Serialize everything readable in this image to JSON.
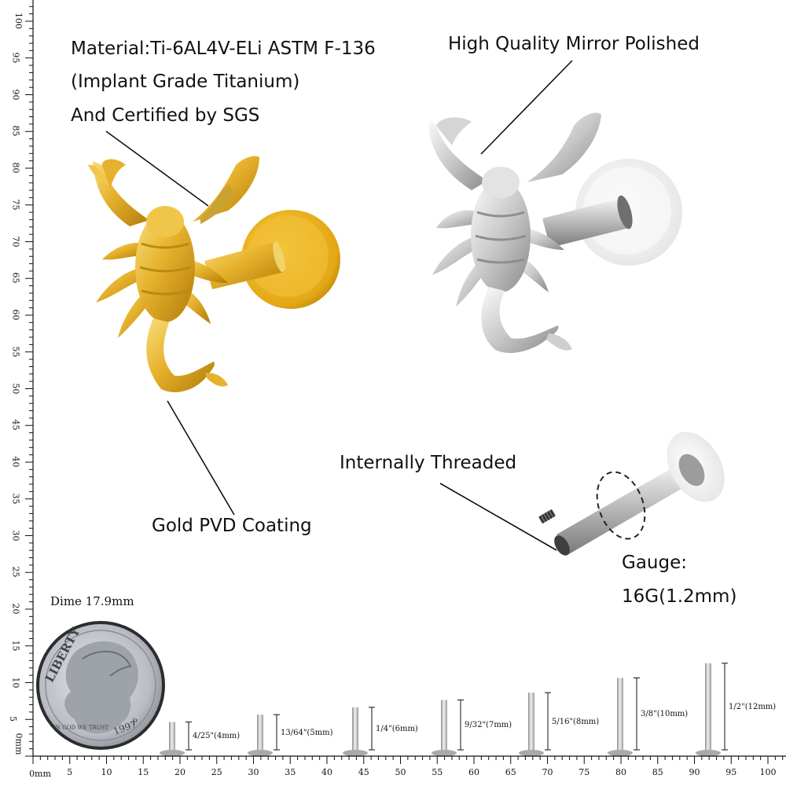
{
  "labels": {
    "material_line1": "Material:Ti-6AL4V-ELi ASTM F-136",
    "material_line2": "(Implant Grade Titanium)",
    "material_line3": "And Certified by SGS",
    "polished": "High Quality Mirror Polished",
    "gold": "Gold PVD Coating",
    "threaded": "Internally Threaded",
    "gauge_line1": "Gauge:",
    "gauge_line2": "16G(1.2mm)",
    "dime": "Dime 17.9mm"
  },
  "dime": {
    "top_text": "LIBERTY",
    "motto": "IN GOD WE TRUST",
    "year": "1997",
    "mint": "P"
  },
  "sizes": [
    {
      "label": "4/25\"(4mm)",
      "mm": 4
    },
    {
      "label": "13/64\"(5mm)",
      "mm": 5
    },
    {
      "label": "1/4\"(6mm)",
      "mm": 6
    },
    {
      "label": "9/32\"(7mm)",
      "mm": 7
    },
    {
      "label": "5/16\"(8mm)",
      "mm": 8
    },
    {
      "label": "3/8\"(10mm)",
      "mm": 10
    },
    {
      "label": "1/2\"(12mm)",
      "mm": 12
    }
  ],
  "ruler": {
    "x_unit_label": "0mm",
    "y_unit_label": "0mm",
    "x_ticks": [
      5,
      10,
      15,
      20,
      25,
      30,
      35,
      40,
      45,
      50,
      55,
      60,
      65,
      70,
      75,
      80,
      85,
      90,
      95,
      100
    ],
    "y_ticks": [
      5,
      10,
      15,
      20,
      25,
      30,
      35,
      40,
      45,
      50,
      55,
      60,
      65,
      70,
      75,
      80,
      85,
      90,
      95,
      100
    ]
  },
  "colors": {
    "gold_light": "#f6d160",
    "gold_mid": "#e2ac22",
    "gold_dark": "#b07b09",
    "silver_light": "#f2f2f2",
    "silver_mid": "#c4c4c4",
    "silver_dark": "#7c7c7c"
  }
}
